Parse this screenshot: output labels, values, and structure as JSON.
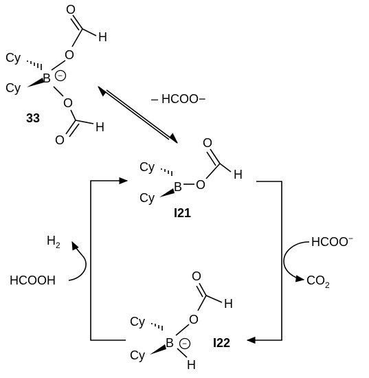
{
  "compound_33": {
    "label": "33",
    "cy_top": "Cy",
    "cy_bottom": "Cy",
    "boron": "B",
    "charge": "−",
    "o_upper": "O",
    "o_upper_carbonyl": "O",
    "h_upper": "H",
    "o_lower": "O",
    "o_lower_carbonyl": "O",
    "h_lower": "H"
  },
  "equilibrium_label": "– HCOO−",
  "intermediate_i21": {
    "label": "I21",
    "cy_top": "Cy",
    "cy_bottom": "Cy",
    "boron": "B",
    "o_ester": "O",
    "o_carbonyl": "O",
    "h": "H"
  },
  "intermediate_i22": {
    "label": "I22",
    "cy_top": "Cy",
    "cy_bottom": "Cy",
    "boron": "B",
    "charge": "−",
    "o_ester": "O",
    "o_carbonyl": "O",
    "h_formyl": "H",
    "h_boron": "H"
  },
  "left_side": {
    "product": "H",
    "product_sub": "2",
    "reagent": "HCOOH"
  },
  "right_side": {
    "reagent": "HCOO",
    "reagent_sup": "−",
    "product": "CO",
    "product_sub": "2"
  }
}
